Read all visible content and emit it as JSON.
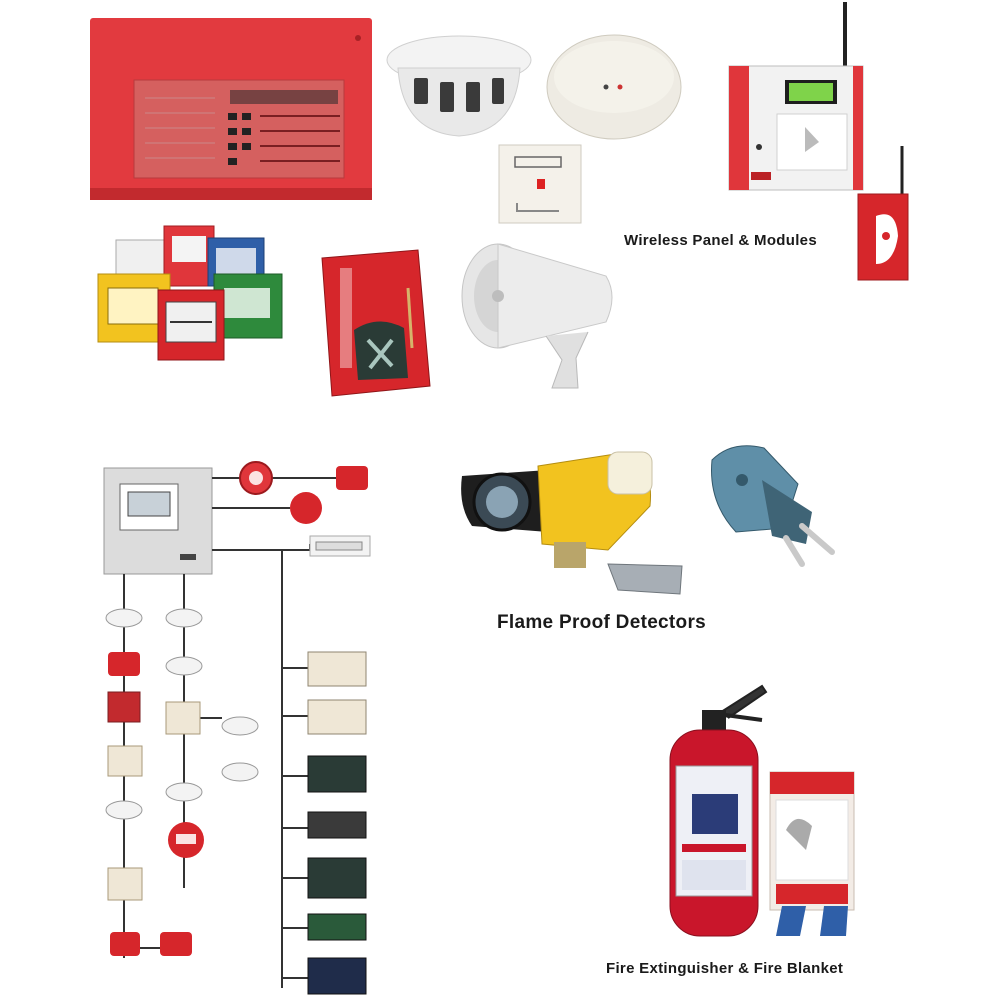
{
  "captions": {
    "wireless": "Wireless Panel & Modules",
    "flame_proof": "Flame Proof Detectors",
    "extinguisher": "Fire Extinguisher & Fire Blanket"
  },
  "colors": {
    "panel_red": "#e0363b",
    "dark_red": "#c0161c",
    "yellow": "#f2c31f",
    "green": "#2e8a3c",
    "blue": "#2f5fa8",
    "gray": "#c9c9c9",
    "line": "#333333"
  },
  "icons": [
    "control-panel-icon",
    "smoke-detector-icon",
    "heat-detector-icon",
    "wall-socket-icon",
    "wireless-panel-icon",
    "wireless-module-icon",
    "call-point-icon",
    "fire-bell-icon",
    "siren-horn-icon",
    "flame-detector-icon",
    "flameproof-junction-icon",
    "fire-extinguisher-icon",
    "fire-blanket-icon",
    "system-diagram-icon"
  ]
}
